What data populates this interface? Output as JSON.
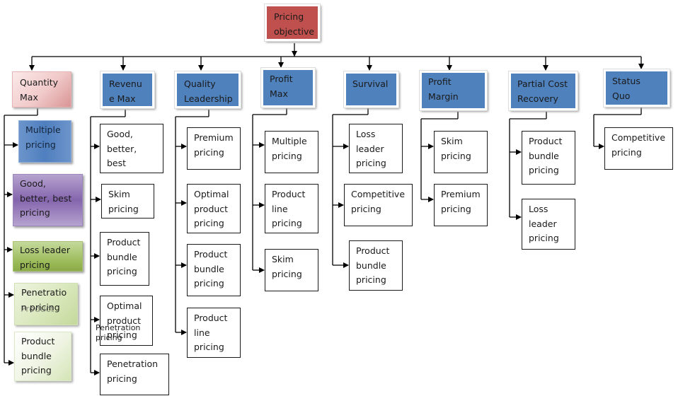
{
  "root": {
    "label": "Pricing\nobjective",
    "color": "#c0504d"
  },
  "colors": {
    "objective": "#4f81bd",
    "connector": "#000000"
  },
  "objectives": [
    {
      "id": "quantity-max",
      "label": "Quantity\nMax",
      "style": "pink",
      "children": [
        "Multiple\npricing",
        "Good,\nbetter, best\npricing",
        "Loss leader\npricing",
        "Penetratio\nn pricing",
        "Product\nbundle\npricing"
      ]
    },
    {
      "id": "revenue-max",
      "label": "Revenu\ne Max",
      "children": [
        "Good,\nbetter,\nbest pricing",
        "Skim\npricing",
        "Product\nbundle\npricing",
        "Optimal\nproduct\npricing",
        "Penetration\npricing"
      ]
    },
    {
      "id": "quality-leadership",
      "label": "Quality\nLeadership",
      "children": [
        "Premium\npricing",
        "Optimal\nproduct\npricing",
        "Product\nbundle\npricing",
        "Product\nline\npricing"
      ]
    },
    {
      "id": "profit-max",
      "label": "Profit\nMax",
      "children": [
        "Multiple\npricing",
        "Product\nline\npricing",
        "Skim\npricing"
      ]
    },
    {
      "id": "survival",
      "label": "Survival",
      "children": [
        "Loss\nleader\npricing",
        "Competitive\npricing",
        "Product\nbundle\npricing"
      ]
    },
    {
      "id": "profit-margin",
      "label": "Profit\nMargin",
      "children": [
        "Skim\npricing",
        "Premium\npricing"
      ]
    },
    {
      "id": "partial-cost-recovery",
      "label": "Partial Cost\nRecovery",
      "children": [
        "Product\nbundle\npricing",
        "Loss\nleader\npricing"
      ]
    },
    {
      "id": "status-quo",
      "label": "Status\nQuo",
      "children": [
        "Competitive\npricing"
      ]
    }
  ],
  "overlays": {
    "revenue_penetration": "Penetration\npricing",
    "quantity_ghost": "Product"
  }
}
